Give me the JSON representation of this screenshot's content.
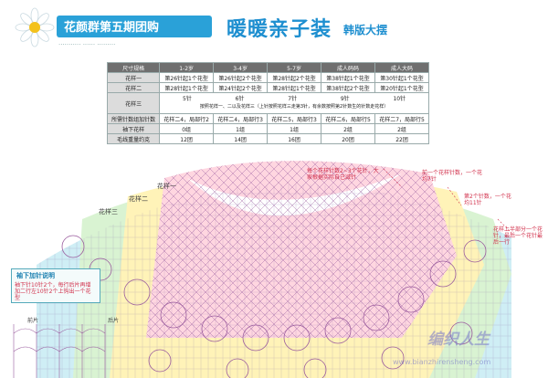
{
  "header": {
    "brand_title": "花颜群第五期团购",
    "brand_sub": "...........   ......  .........",
    "main_title": "暖暖亲子装",
    "main_sub": "韩版大摆"
  },
  "table": {
    "columns": [
      "尺寸规格",
      "1-2岁",
      "3-4岁",
      "5-7岁",
      "成人码码",
      "成人大码"
    ],
    "rows": [
      {
        "label": "花样一",
        "cells": [
          "第26针起1个花型",
          "第26针起2个花型",
          "第28针起2个花型",
          "第38针起1个花型",
          "第30针起1个花型"
        ]
      },
      {
        "label": "花样二",
        "cells": [
          "第28针起1个花型",
          "第24针起2个花型",
          "第28针起1个花型",
          "第38针起2个花型",
          "第20针起1个花型"
        ]
      },
      {
        "label": "花样三",
        "cells": [
          "5针",
          "6针",
          "7针",
          "9针",
          "10针"
        ],
        "note": "按照花样一、二以及花样三（上针按照花样三走第3针，有余数按照第2针数生的针数走花样）"
      },
      {
        "label": "所需针数组加针数",
        "cells": [
          "花样二4，局部行2",
          "花样二4，局部行3",
          "花样二5，局部行3",
          "花样二6，局部行5",
          "花样二7，局部行5"
        ]
      },
      {
        "label": "袖下花样",
        "cells": [
          "0组",
          "1组",
          "1组",
          "2组",
          "2组"
        ]
      },
      {
        "label": "毛线重量约克",
        "cells": [
          "12团",
          "14团",
          "16团",
          "20团",
          "22团"
        ]
      }
    ]
  },
  "diagram": {
    "bands": [
      "花样一",
      "花样二",
      "花样三"
    ],
    "notes": [
      "每个花样针数2~3个花针，大家根据实际自己减针",
      "前一个花样针数，一个花均7针",
      "第2个针数，一个花均11针",
      "花样上半部分一个花针，最后一个花针最后一行"
    ],
    "box": {
      "title": "袖下加针说明",
      "text": "袖下针10针2个，每行后片再增加二行左10针2个上钩出一个花型"
    },
    "left_labels": [
      "前片",
      "后片"
    ]
  },
  "watermark": {
    "text": "编织人生",
    "url": "www.bianzhirensheng.com"
  },
  "colors": {
    "accent": "#2aa1d8",
    "yoke_inner": "#ffffff",
    "band_pink": "#ffd6e0",
    "band_yellow": "#fff3b8",
    "band_green": "#d9f3d2",
    "band_blue": "#cfeef5",
    "stitch": "#9a5c9e"
  }
}
